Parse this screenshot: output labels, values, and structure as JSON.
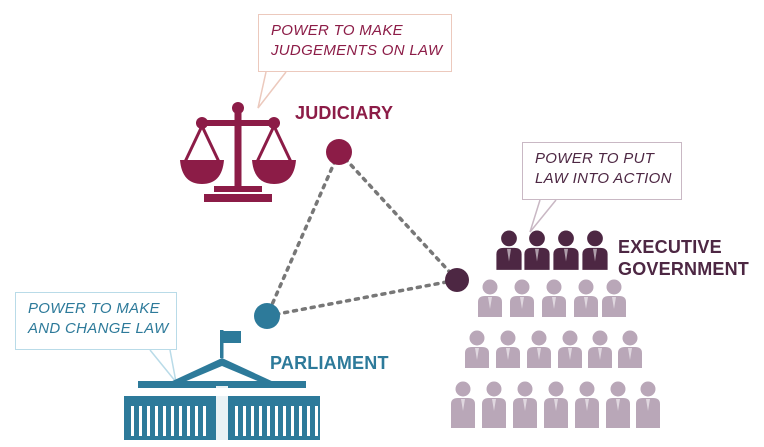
{
  "colors": {
    "judiciary": "#8c1c47",
    "judiciary_callout_border": "#ecc9bd",
    "executive": "#4d2743",
    "executive_callout_border": "#c9b8c4",
    "public": "#b9a7b8",
    "parliament": "#2d7a9a",
    "parliament_callout_border": "#b9dbe8",
    "connector": "#777777"
  },
  "judiciary": {
    "label": "JUDICIARY",
    "callout": [
      "POWER TO MAKE",
      "JUDGEMENTS ON LAW"
    ],
    "icon": "scales-of-justice-icon"
  },
  "executive": {
    "label": [
      "EXECUTIVE",
      "GOVERNMENT"
    ],
    "callout": [
      "POWER TO PUT",
      "LAW INTO ACTION"
    ],
    "icon": "people-pyramid-icon"
  },
  "parliament": {
    "label": "PARLIAMENT",
    "callout": [
      "POWER TO MAKE",
      "AND CHANGE LAW"
    ],
    "icon": "parliament-house-icon"
  }
}
